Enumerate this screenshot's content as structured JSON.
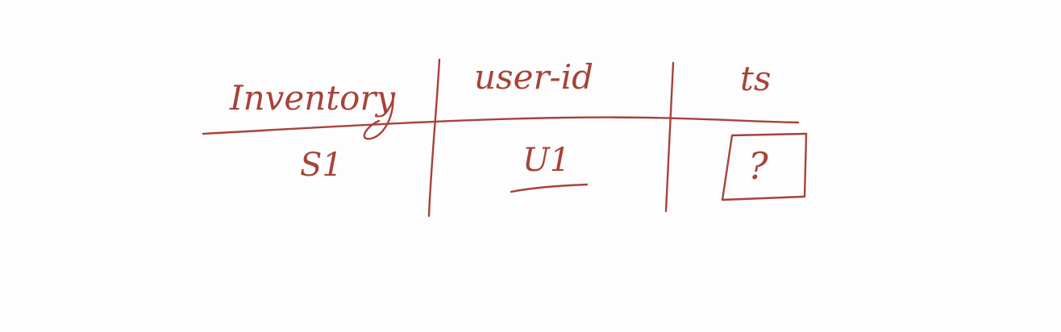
{
  "colors": {
    "ink": "#a8423a",
    "background": "#fdfdfd"
  },
  "table": {
    "headers": [
      "Inventory",
      "user-id",
      "ts"
    ],
    "rows": [
      [
        "S1",
        "U1",
        "?"
      ]
    ]
  }
}
